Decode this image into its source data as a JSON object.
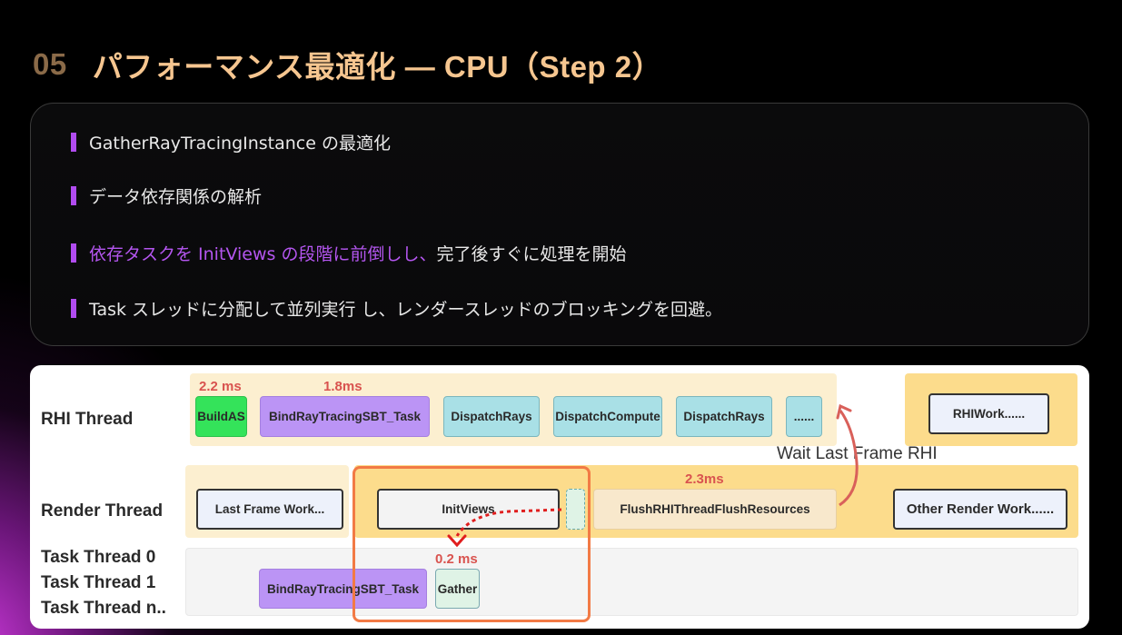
{
  "slide": {
    "number": "05",
    "title": "パフォーマンス最適化 — CPU（Step 2）"
  },
  "bullets": [
    {
      "highlight": "",
      "text": "GatherRayTracingInstance の最適化"
    },
    {
      "highlight": "",
      "text": "データ依存関係の解析"
    },
    {
      "highlight": "依存タスクを InitViews の段階に前倒しし、",
      "text": "完了後すぐに処理を開始"
    },
    {
      "highlight": "",
      "text": "Task スレッドに分配して並列実行 し、レンダースレッドのブロッキングを回避。"
    }
  ],
  "diagram": {
    "lanes": {
      "rhi": "RHI Thread",
      "render": "Render Thread",
      "task0": "Task Thread 0",
      "task1": "Task Thread 1",
      "taskn": "Task Thread n.."
    },
    "rhi_tasks": {
      "build_as": "BuildAS",
      "bind_sbt": "BindRayTracingSBT_Task",
      "dispatch_rays_1": "DispatchRays",
      "dispatch_compute": "DispatchCompute",
      "dispatch_rays_2": "DispatchRays",
      "ellipsis": "......",
      "rhi_work": "RHIWork......"
    },
    "render_tasks": {
      "last_frame_work": "Last Frame Work...",
      "init_views": "InitViews",
      "flush_rhi": "FlushRHIThreadFlushResources",
      "other_render_work": "Other Render Work......"
    },
    "task_tasks": {
      "bind_sbt": "BindRayTracingSBT_Task",
      "gather": "Gather"
    },
    "timings": {
      "build_as": "2.2 ms",
      "bind_sbt": "1.8ms",
      "flush_rhi": "2.3ms",
      "gather": "0.2 ms"
    },
    "wait_label": "Wait Last Frame RHI",
    "colors": {
      "build_as": "#34e35a",
      "bind_sbt": "#bb94f5",
      "dispatch": "#a9e0e6",
      "gather": "#dff3e6",
      "rhi_panel": "#fcefd0",
      "render_active_panel": "#fcdc8c",
      "task_panel": "#f4f4f4",
      "highlight_frame": "#f27a45",
      "timing": "#d9534f",
      "accent": "#b14cf0",
      "title": "#f6c690"
    }
  }
}
